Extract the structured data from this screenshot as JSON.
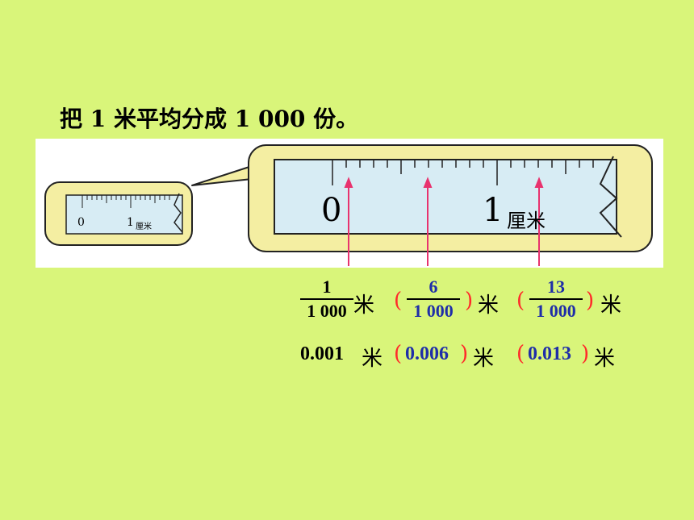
{
  "title": "把 1 米平均分成 1 000 份。",
  "ruler_small": {
    "zero": "0",
    "one": "1",
    "unit": "厘米"
  },
  "ruler_large": {
    "zero": "0",
    "one": "1",
    "unit": "厘米"
  },
  "fractions": [
    {
      "num": "1",
      "den": "1 000",
      "unit": "米",
      "answer": false
    },
    {
      "num": "6",
      "den": "1 000",
      "unit": "米",
      "answer": true
    },
    {
      "num": "13",
      "den": "1 000",
      "unit": "米",
      "answer": true
    }
  ],
  "decimals": [
    {
      "value": "0.001",
      "unit": "米",
      "answer": false
    },
    {
      "value": "0.006",
      "unit": "米",
      "answer": true
    },
    {
      "value": "0.013",
      "unit": "米",
      "answer": true
    }
  ],
  "paren_open": "(",
  "paren_close": ")",
  "colors": {
    "background": "#d9f57a",
    "answer_text": "#1f2ea8",
    "parentheses": "#ff2a2a",
    "arrow": "#e8336e",
    "ruler_fill": "#d7ecf4",
    "bubble_fill": "#f4eea2"
  }
}
